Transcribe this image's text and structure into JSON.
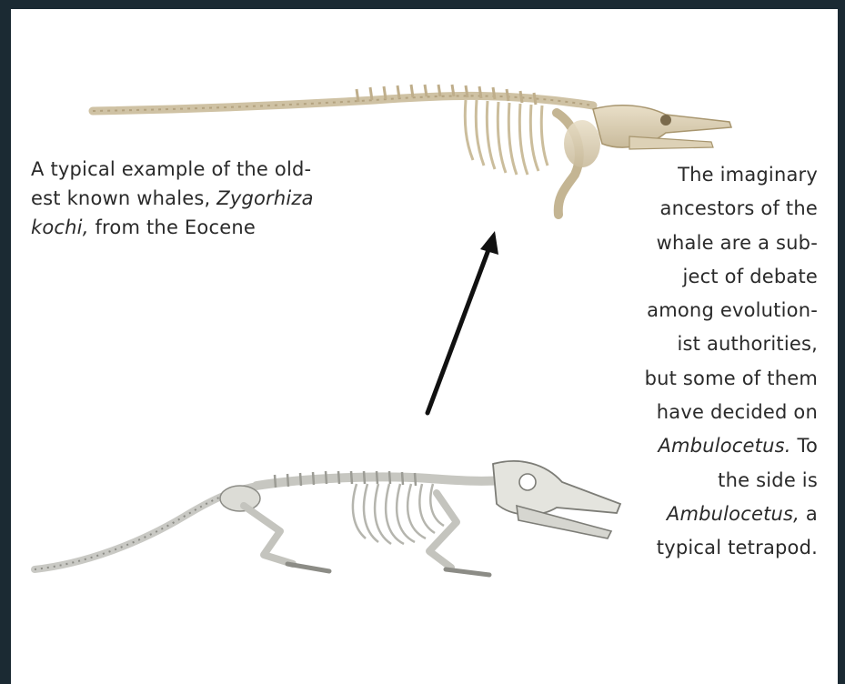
{
  "caption_left": {
    "line1": "A typical example of the old-",
    "line2_text": "est known whales, ",
    "line2_italic": "Zygorhiza",
    "line3_italic": "kochi,",
    "line3_text": " from the Eocene"
  },
  "caption_right": {
    "lines": [
      "The imaginary",
      "ancestors of the",
      "whale are a sub-",
      "ject of debate",
      "among evolution-",
      "ist authorities,",
      "but some of them",
      "have decided on"
    ],
    "line9_italic": "Ambulocetus.",
    "line9_text": " To",
    "line10": "the side is",
    "line11_italic": "Ambulocetus,",
    "line11_text": " a",
    "line12": "typical tetrapod."
  }
}
